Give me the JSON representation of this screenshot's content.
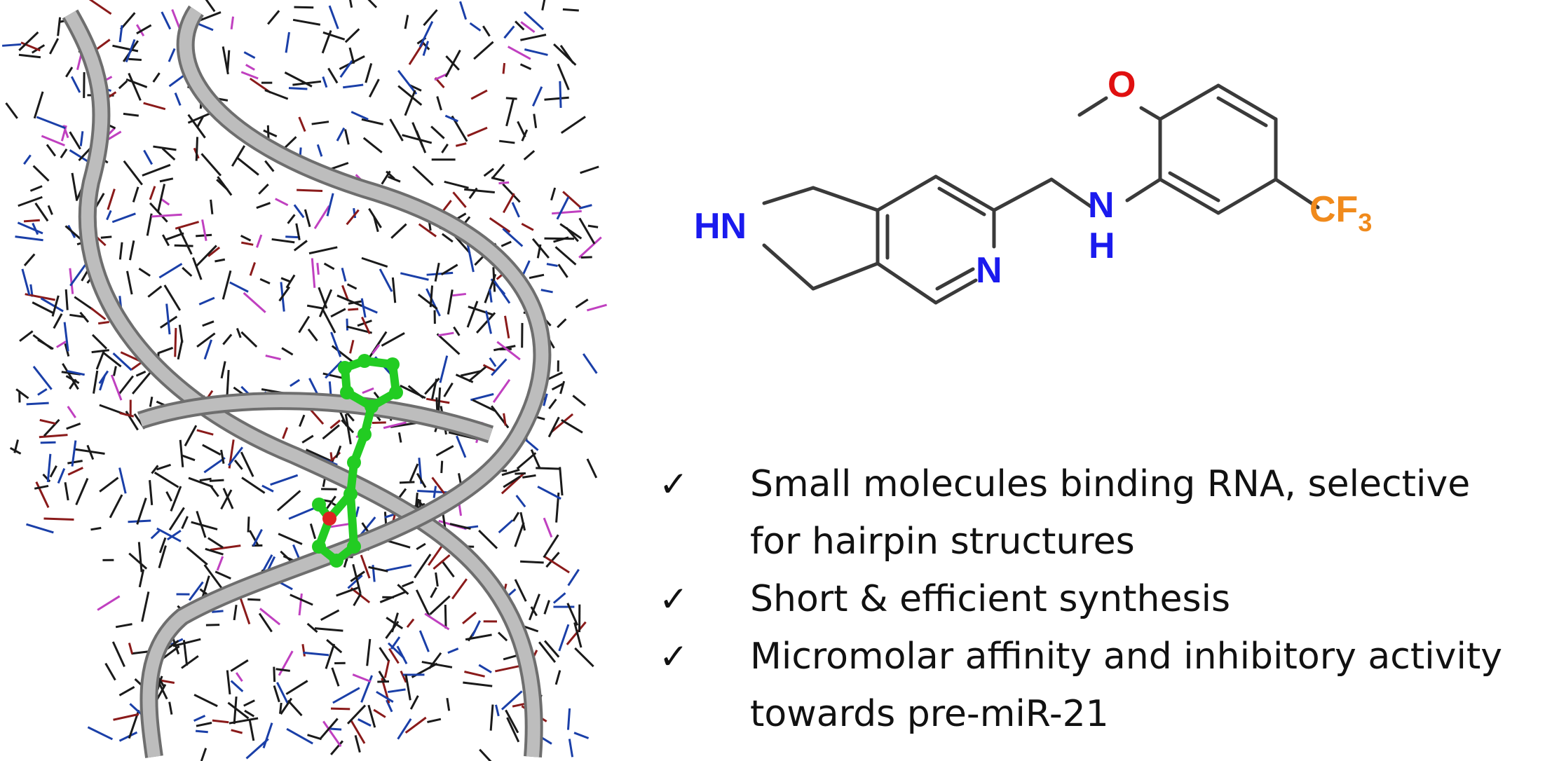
{
  "rna_model": {
    "ribbon_color": "#bdbdbd",
    "ligand_color": "#22cc22",
    "stick_colors": [
      "#1a1a1a",
      "#1a3fa8",
      "#8a1a1a",
      "#c040c0"
    ]
  },
  "molecule": {
    "atoms": {
      "hn": "HN",
      "pyridine_n": "N",
      "amine_n": "N",
      "amine_h": "H",
      "oxygen": "O",
      "cf": "CF",
      "cf_sub": "3"
    },
    "colors": {
      "nitrogen": "#1a1aee",
      "oxygen": "#e01010",
      "cf3": "#f08a1c",
      "bond": "#3a3a3a"
    }
  },
  "bullets": [
    {
      "check": "✓",
      "lines": [
        "Small molecules binding RNA, selective",
        "for hairpin structures"
      ]
    },
    {
      "check": "✓",
      "lines": [
        "Short & efficient synthesis"
      ]
    },
    {
      "check": "✓",
      "lines": [
        "Micromolar affinity and inhibitory activity",
        "towards pre-miR-21"
      ]
    }
  ]
}
